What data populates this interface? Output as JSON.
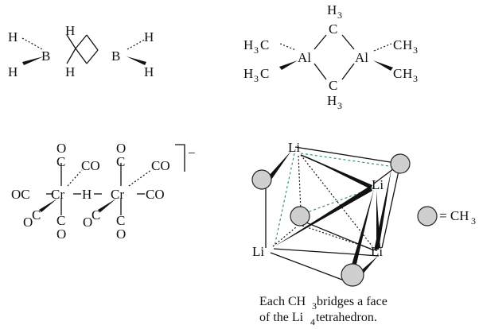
{
  "diborane": {
    "h_top": "H",
    "h_bottom": "H",
    "h_left_top": "H",
    "h_left_bottom": "H",
    "h_right_top": "H",
    "h_right_bottom": "H",
    "b_left": "B",
    "b_right": "B"
  },
  "trimethylaluminum": {
    "al_left": "Al",
    "al_right": "Al",
    "c_bridge": "C",
    "h": "H",
    "sub3": "3",
    "terminal_c": "C"
  },
  "chromium_complex": {
    "metal": "Cr",
    "hydride": "H",
    "co": "CO",
    "oc": "OC",
    "o": "O",
    "c": "C",
    "charge": "−"
  },
  "methyllithium": {
    "li": "Li",
    "legend_equals": "= CH",
    "legend_sub": "3",
    "caption_line1_a": "Each CH",
    "caption_line1_sub": "3",
    "caption_line1_b": " bridges a face",
    "caption_line2_a": "of the Li",
    "caption_line2_sub": "4",
    "caption_line2_b": " tetrahedron."
  }
}
